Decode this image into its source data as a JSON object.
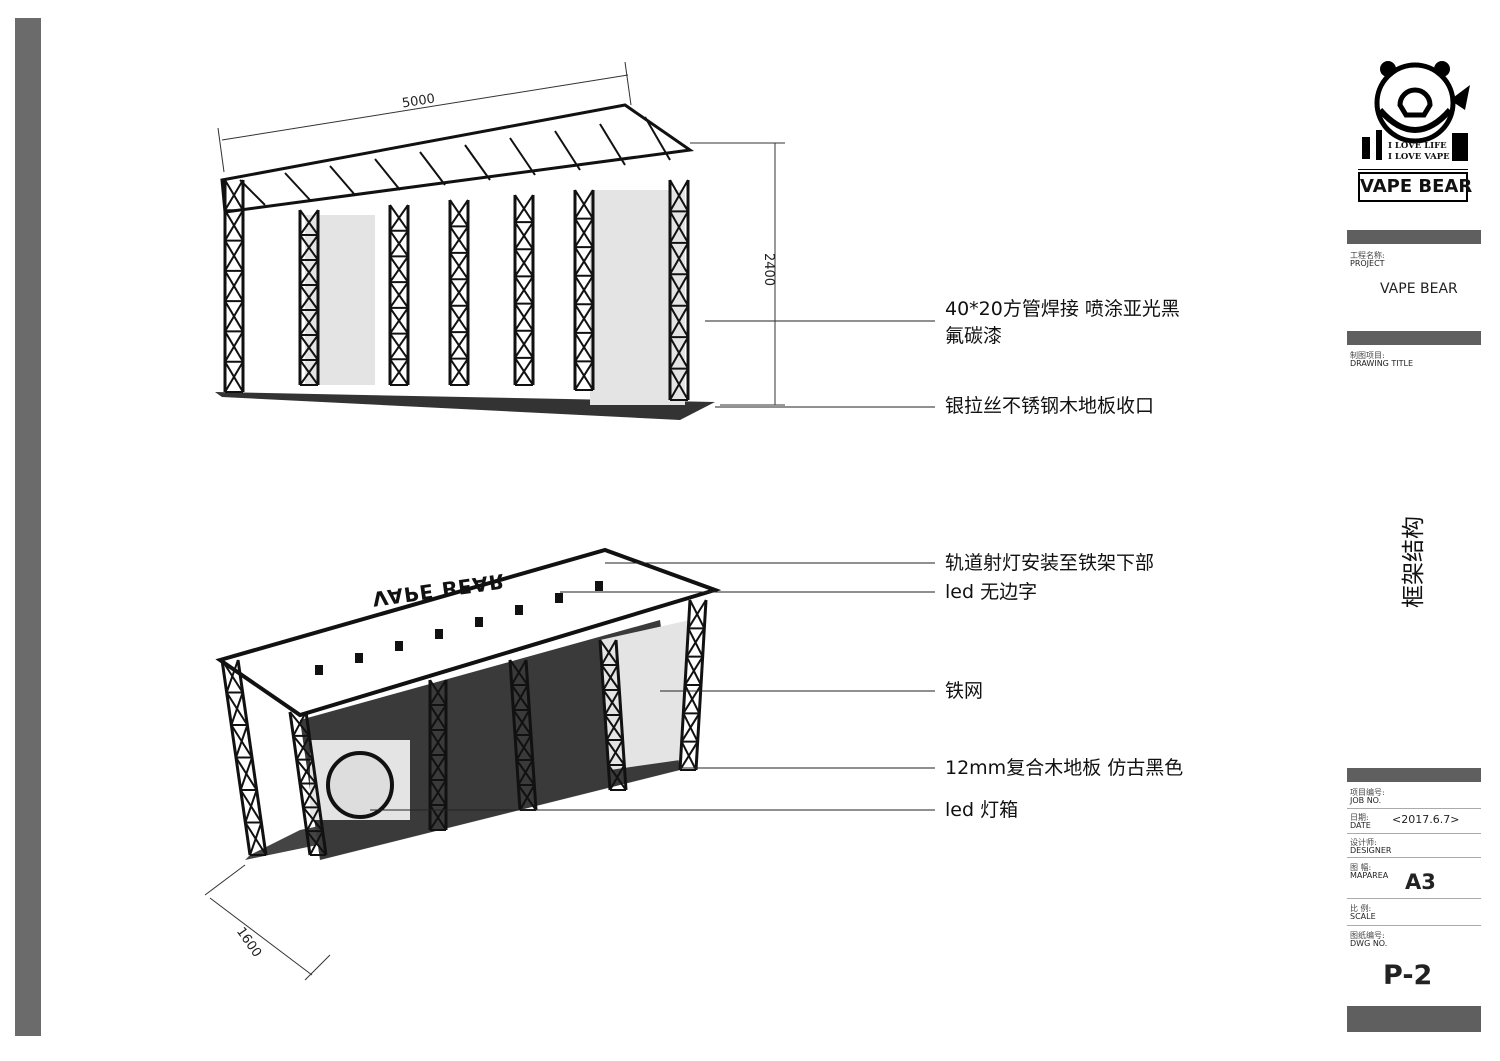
{
  "annotations": {
    "top_frame_material_line1": "40*20方管焊接 喷涂亚光黑",
    "top_frame_material_line2": "氟碳漆",
    "top_floor_edge": "银拉丝不锈钢木地板收口",
    "track_light": "轨道射灯安装至铁架下部",
    "led_letters": "led 无边字",
    "iron_mesh": "铁网",
    "floor": "12mm复合木地板 仿古黑色",
    "led_lightbox": "led 灯箱"
  },
  "dimensions": {
    "width": "5000",
    "height": "2400",
    "depth": "1600"
  },
  "signage_text": "VAPE BEAR",
  "logo": {
    "line1": "I LOVE LIFE",
    "line2": "I LOVE VAPE",
    "brand": "VAPE BEAR"
  },
  "title_block": {
    "project_cn": "工程名称:",
    "project_en": "PROJECT",
    "project_value": "VAPE BEAR",
    "drawing_title_cn": "制图项目:",
    "drawing_title_en": "DRAWING TITLE",
    "drawing_title_value": "框架结构",
    "job_no_cn": "项目编号:",
    "job_no_en": "JOB NO.",
    "date_cn": "日期:",
    "date_en": "DATE",
    "date_value": "<2017.6.7>",
    "designer_cn": "设计师:",
    "designer_en": "DESIGNER",
    "maparea_cn": "图 幅:",
    "maparea_en": "MAPAREA",
    "maparea_value": "A3",
    "scale_cn": "比 例:",
    "scale_en": "SCALE",
    "dwg_no_cn": "图纸编号:",
    "dwg_no_en": "DWG NO.",
    "dwg_no_value": "P-2"
  }
}
